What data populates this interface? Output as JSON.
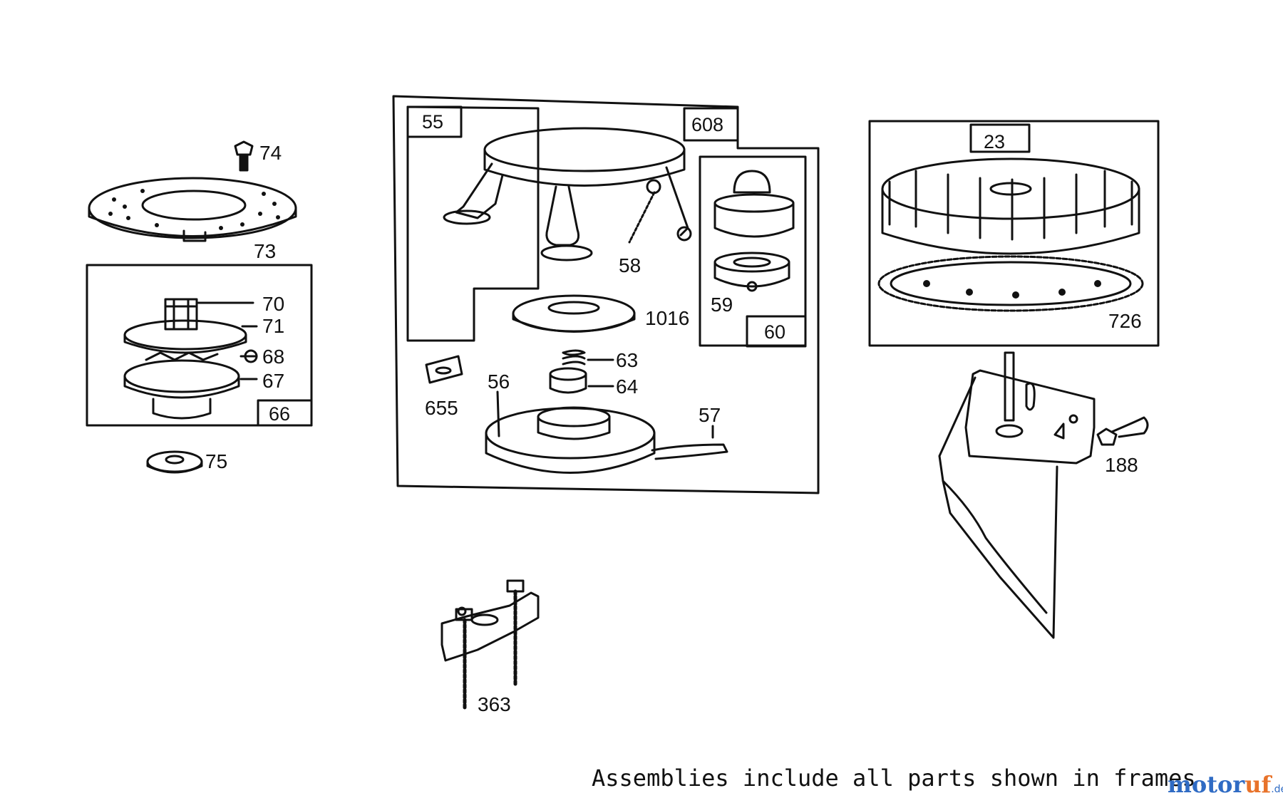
{
  "labels": {
    "p74": "74",
    "p73": "73",
    "p70": "70",
    "p71": "71",
    "p68": "68",
    "p67": "67",
    "p66": "66",
    "p75": "75",
    "p55": "55",
    "p608": "608",
    "p58": "58",
    "p59": "59",
    "p60": "60",
    "p1016": "1016",
    "p63": "63",
    "p64": "64",
    "p56": "56",
    "p655": "655",
    "p57": "57",
    "p23": "23",
    "p726": "726",
    "p188": "188",
    "p363": "363"
  },
  "caption": "Assemblies include all parts shown in frames.",
  "watermark": {
    "part1": "motor",
    "part2": "uf",
    "suffix": ".de"
  },
  "colors": {
    "ink": "#111111",
    "brand_blue": "#2f6bc4",
    "brand_orange": "#e8722a"
  }
}
